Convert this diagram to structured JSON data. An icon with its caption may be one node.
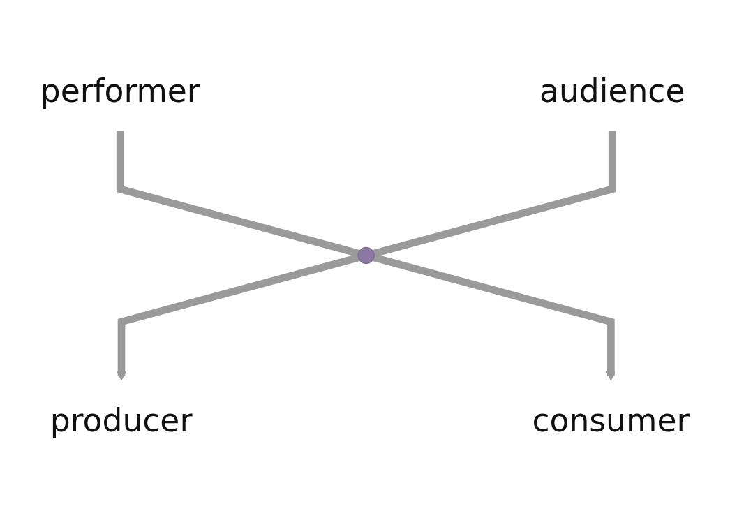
{
  "diagram": {
    "nodes": [
      {
        "text": [
          "performer"
        ]
      },
      {
        "text": [
          "audience"
        ]
      },
      {
        "text": [],
        "shape": "circle"
      },
      {
        "text": [
          "consumer"
        ]
      },
      {
        "text": [
          "producer"
        ]
      }
    ],
    "edges": [
      {
        "from": 0,
        "to": 2,
        "arrow": "none"
      },
      {
        "from": 2,
        "to": 4,
        "arrow": "to"
      },
      {
        "from": 1,
        "to": 2,
        "arrow": "none"
      },
      {
        "from": 2,
        "to": 3,
        "arrow": "to"
      }
    ]
  }
}
